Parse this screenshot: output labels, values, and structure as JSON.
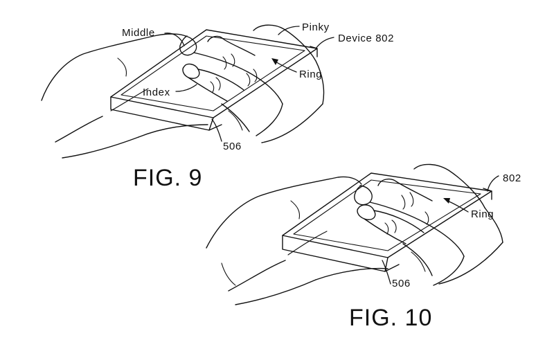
{
  "figures": [
    {
      "caption": "FIG. 9",
      "labels": {
        "middle": "Middle",
        "pinky": "Pinky",
        "device": "Device 802",
        "ring": "Ring",
        "index": "Index",
        "ref": "506"
      }
    },
    {
      "caption": "FIG. 10",
      "labels": {
        "device": "802",
        "ring": "Ring",
        "ref": "506"
      }
    }
  ]
}
